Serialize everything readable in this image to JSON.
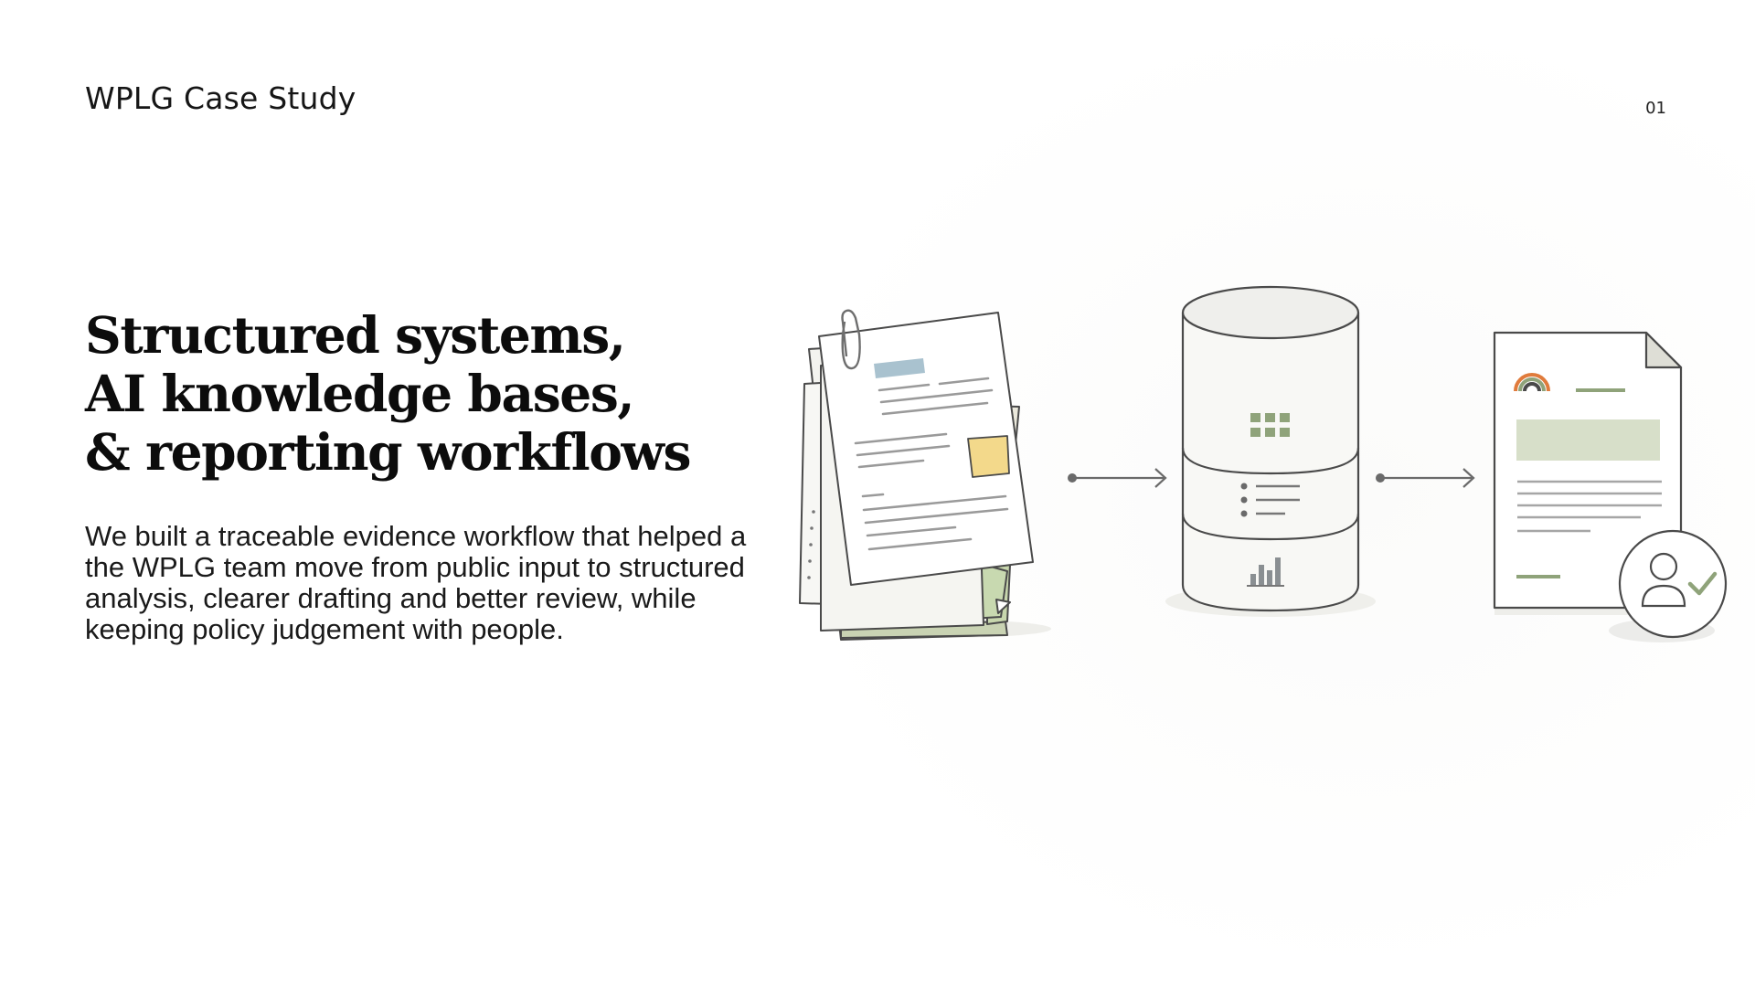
{
  "header": {
    "label": "WPLG Case Study",
    "page_number": "01"
  },
  "headline": {
    "lines": [
      "Structured systems,",
      "AI knowledge bases,",
      "& reporting workflows"
    ]
  },
  "body": {
    "text": "We built a traceable evidence workflow that helped a the WPLG team move from public input to structured analysis, clearer drafting and better review, while keeping policy judgement with people."
  },
  "illustration": {
    "icons": [
      "document-stack-icon",
      "arrow-right-icon",
      "database-icon",
      "arrow-right-icon",
      "report-document-icon",
      "user-check-icon"
    ],
    "colors": {
      "stroke": "#4a4a4a",
      "sage": "#8fa37a",
      "sage_light": "#d7dfc9",
      "blue": "#a9c2cf",
      "yellow": "#f3d98b",
      "orange": "#e07b3c",
      "paper": "#f7f7f4"
    }
  }
}
